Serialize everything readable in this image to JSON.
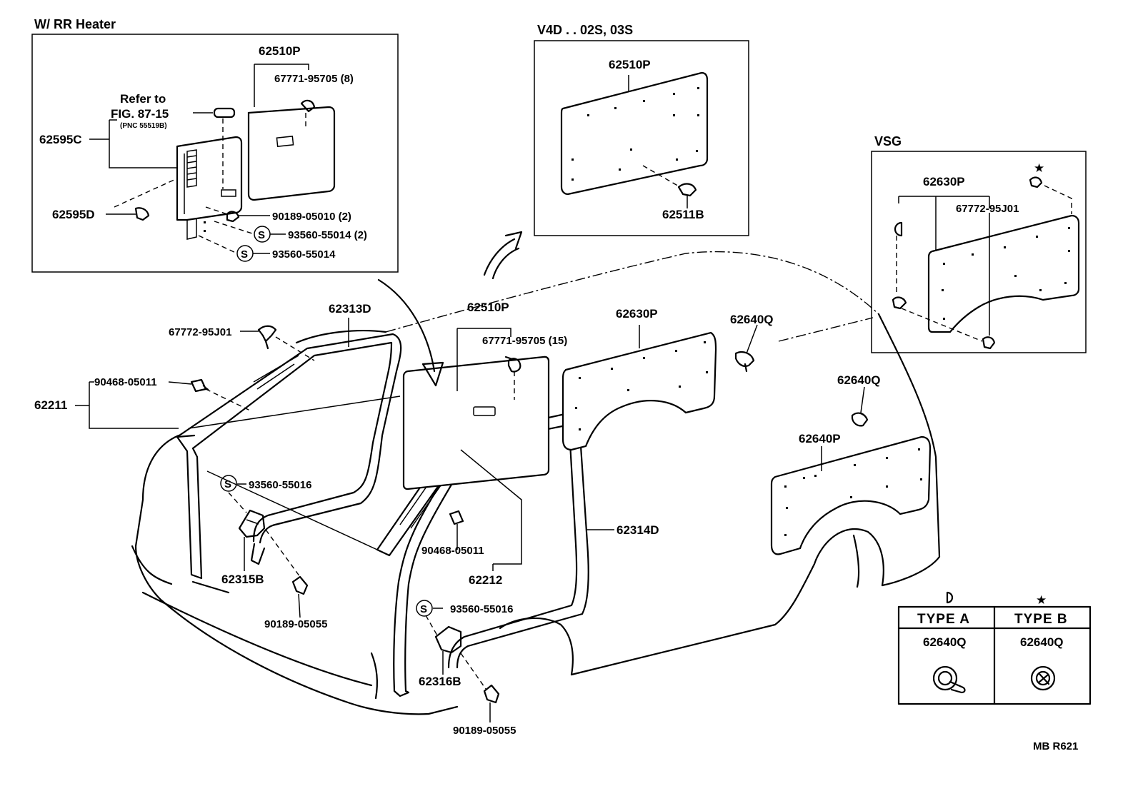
{
  "insets": {
    "rr_heater": {
      "title": "W/ RR Heater",
      "refer_to": "Refer to",
      "fig_ref": "FIG. 87-15",
      "pnc_ref": "(PNC 55519B)",
      "labels": {
        "p62510P": "62510P",
        "p67771": "67771-95705 (8)",
        "p62595C": "62595C",
        "p62595D": "62595D",
        "p90189": "90189-05010 (2)",
        "p93560a": "93560-55014 (2)",
        "p93560b": "93560-55014"
      }
    },
    "v4d": {
      "title": "V4D . . 02S, 03S",
      "labels": {
        "p62510P": "62510P",
        "p62511B": "62511B"
      }
    },
    "vsg": {
      "title": "VSG",
      "labels": {
        "p62630P": "62630P",
        "p67772": "67772-95J01"
      }
    }
  },
  "main_labels": {
    "p62313D": "62313D",
    "p67772": "67772-95J01",
    "p90468a": "90468-05011",
    "p62211": "62211",
    "p93560a": "93560-55016",
    "p62315B": "62315B",
    "p90189a": "90189-05055",
    "p62510P": "62510P",
    "p67771": "67771-95705 (15)",
    "p90468b": "90468-05011",
    "p62212": "62212",
    "p62630P": "62630P",
    "p62640Qa": "62640Q",
    "p62640Qb": "62640Q",
    "p62640P": "62640P",
    "p62314D": "62314D",
    "p93560b": "93560-55016",
    "p62316B": "62316B",
    "p90189b": "90189-05055"
  },
  "type_table": {
    "col_a": {
      "header": "TYPE  A",
      "part": "62640Q"
    },
    "col_b": {
      "header": "TYPE  B",
      "part": "62640Q"
    }
  },
  "symbols": {
    "screw_s": "S",
    "star": "★"
  },
  "footer_code": "MB  R621"
}
